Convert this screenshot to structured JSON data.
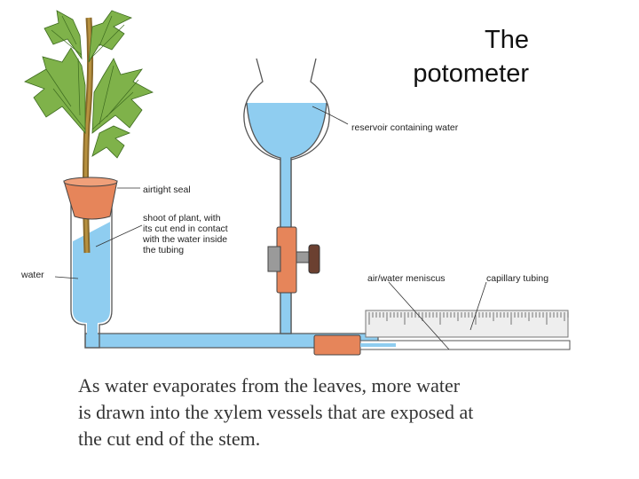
{
  "title": {
    "line1": "The",
    "line2": "potometer"
  },
  "labels": {
    "reservoir": "reservoir containing water",
    "seal": "airtight seal",
    "shoot": [
      "shoot of plant, with",
      "its cut end in contact",
      "with the water inside",
      "the tubing"
    ],
    "water": "water",
    "meniscus": "air/water meniscus",
    "capillary": "capillary tubing"
  },
  "caption": [
    "As water evaporates from the leaves, more water",
    "is drawn into the xylem vessels that are exposed at",
    "the cut end of the stem."
  ],
  "colors": {
    "water": "#8fcdf0",
    "tube_outline": "#444444",
    "clamp": "#e6855a",
    "pot": "#e6855a",
    "leaf": "#7fb24a",
    "leaf_vein": "#3d6b1f",
    "stem": "#8a6a2c"
  }
}
